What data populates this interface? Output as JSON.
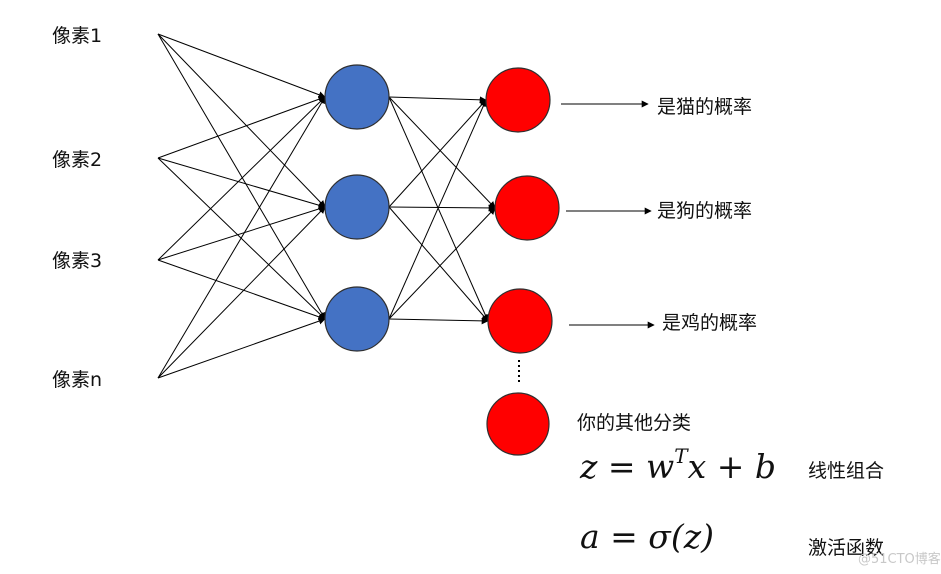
{
  "inputs": [
    "像素1",
    "像素2",
    "像素3",
    "像素n"
  ],
  "outputs": [
    "是猫的概率",
    "是狗的概率",
    "是鸡的概率"
  ],
  "extra_class_label": "你的其他分类",
  "formulas": {
    "linear": {
      "z": "z",
      "eq": " = ",
      "w": "w",
      "t": "T",
      "x": "x",
      "plus": " + ",
      "b": "b",
      "label": "线性组合"
    },
    "activation": {
      "text": "a = σ(z)",
      "label": "激活函数"
    }
  },
  "watermark": "@51CTO博客",
  "colors": {
    "hidden_node": "#4472c4",
    "output_node": "#ff0000",
    "edge": "#000000"
  }
}
